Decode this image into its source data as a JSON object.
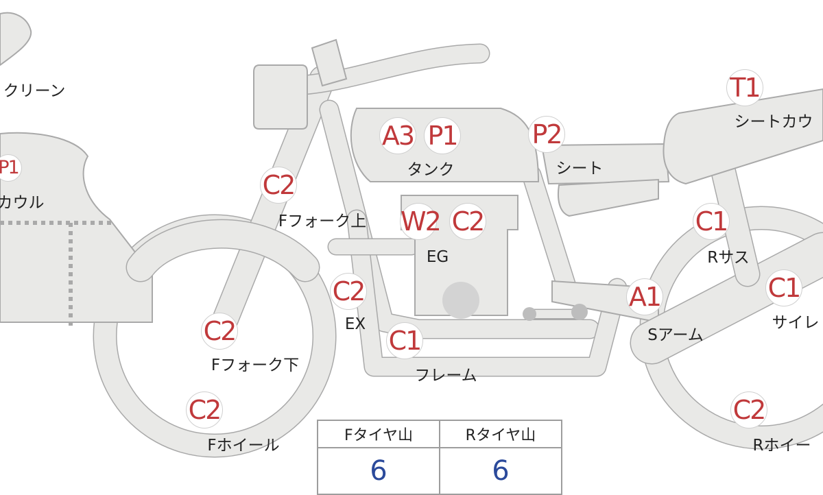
{
  "parts": [
    {
      "id": "screen",
      "label": "クリーン",
      "codes": []
    },
    {
      "id": "cowl",
      "label": "カウル",
      "codes": [
        "P1"
      ]
    },
    {
      "id": "tank",
      "label": "タンク",
      "codes": [
        "A3",
        "P1"
      ]
    },
    {
      "id": "seat",
      "label": "シート",
      "codes": [
        "P2"
      ]
    },
    {
      "id": "seat-cowl",
      "label": "シートカウ",
      "codes": [
        "T1"
      ]
    },
    {
      "id": "f-fork-upper",
      "label": "Fフォーク上",
      "codes": [
        "C2"
      ]
    },
    {
      "id": "engine",
      "label": "EG",
      "codes": [
        "W2",
        "C2"
      ]
    },
    {
      "id": "r-suspension",
      "label": "Rサス",
      "codes": [
        "C1"
      ]
    },
    {
      "id": "exhaust",
      "label": "EX",
      "codes": [
        "C2"
      ]
    },
    {
      "id": "swingarm",
      "label": "Sアーム",
      "codes": [
        "A1"
      ]
    },
    {
      "id": "silencer",
      "label": "サイレ",
      "codes": [
        "C1"
      ]
    },
    {
      "id": "f-fork-lower",
      "label": "Fフォーク下",
      "codes": [
        "C2"
      ]
    },
    {
      "id": "frame",
      "label": "フレーム",
      "codes": [
        "C1"
      ]
    },
    {
      "id": "f-wheel",
      "label": "Fホイール",
      "codes": [
        "C2"
      ]
    },
    {
      "id": "r-wheel",
      "label": "Rホイー",
      "codes": [
        "C2"
      ]
    }
  ],
  "tire_table": {
    "headers": [
      "Fタイヤ山",
      "Rタイヤ山"
    ],
    "values": [
      "6",
      "6"
    ]
  },
  "colors": {
    "code": "#c0393b",
    "value": "#2b4a9b",
    "part_fill": "#e9e9e7",
    "part_stroke": "#a9a9a9"
  }
}
